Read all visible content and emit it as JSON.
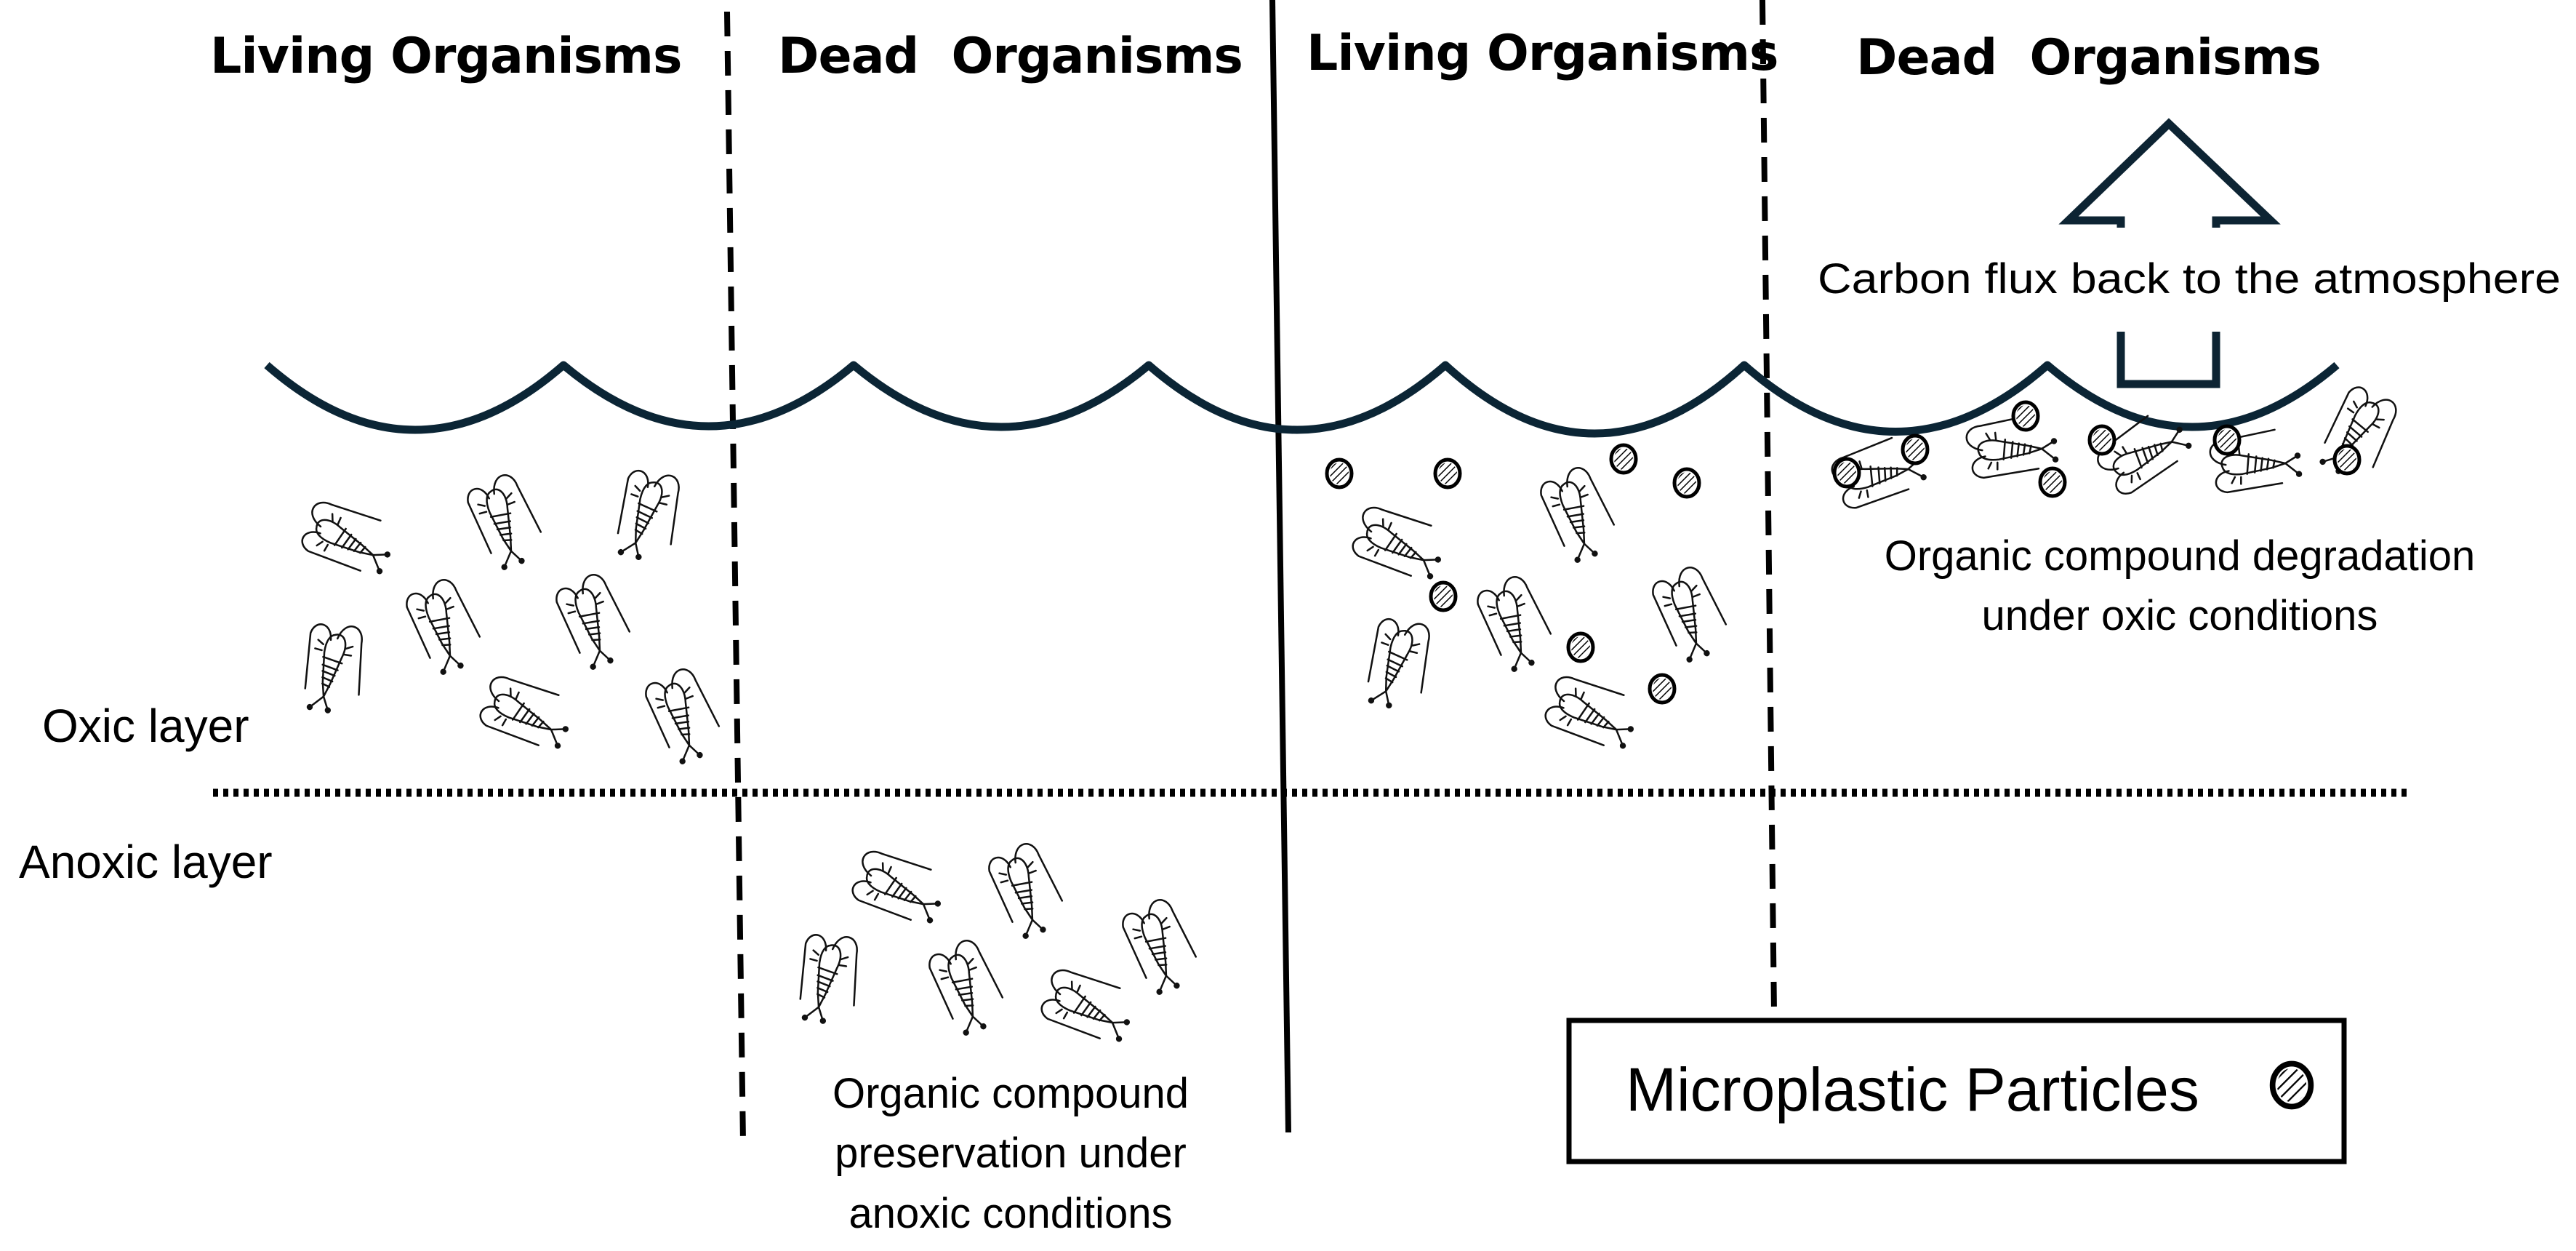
{
  "figure": {
    "description": "Effect of microplastic particles on carbon sequestration by organisms in oxic vs anoxic water layers"
  },
  "headers": {
    "panel1": "Living Organisms",
    "panel2": "Dead  Organisms",
    "panel3": "Living Organisms",
    "panel4": "Dead  Organisms"
  },
  "layers": {
    "oxic": "Oxic layer",
    "anoxic": "Anoxic layer"
  },
  "captions": {
    "preservation": [
      "Organic compound",
      "preservation under",
      "anoxic conditions"
    ],
    "degradation": [
      "Organic compound degradation",
      "under oxic conditions"
    ],
    "carbon_flux": "Carbon flux back to the atmosphere"
  },
  "legend": {
    "label": "Microplastic Particles",
    "icon": "hatched-circle-icon"
  },
  "icons": {
    "organism": "copepod-icon",
    "particle": "microplastic-particle-icon",
    "arrow": "up-arrow-icon",
    "water_surface": "wave-line"
  },
  "counts": {
    "panel1_living_organisms": 8,
    "panel2_dead_organisms_anoxic": 6,
    "panel3_living_organisms": 6,
    "panel3_microplastic_particles": 7,
    "panel4_dead_organisms": 5,
    "panel4_microplastic_particles": 7
  },
  "colors": {
    "ink": "#000000",
    "water_surface": "#0b2535",
    "arrow": "#0d2433",
    "background": "#ffffff"
  }
}
